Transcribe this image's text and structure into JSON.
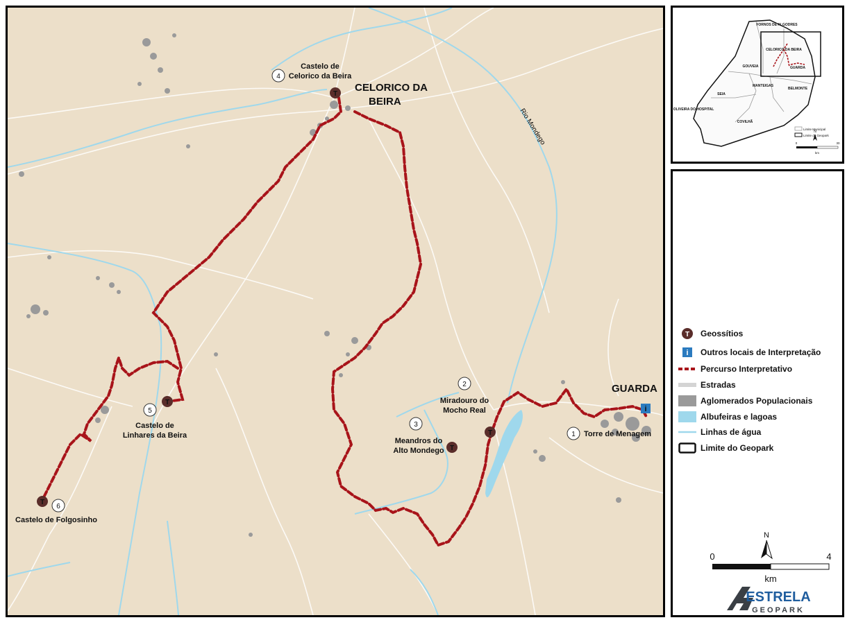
{
  "map": {
    "town_celorico": [
      "CELORICO DA",
      "BEIRA"
    ],
    "town_guarda": "GUARDA",
    "river_label": "Rio Mondego",
    "geosites": [
      {
        "number": "1",
        "name_lines": [
          "Torre de Menagem"
        ]
      },
      {
        "number": "2",
        "name_lines": [
          "Miradouro do",
          "Mocho Real"
        ]
      },
      {
        "number": "3",
        "name_lines": [
          "Meandros do",
          "Alto Mondego"
        ]
      },
      {
        "number": "4",
        "name_lines": [
          "Castelo de",
          "Celorico da Beira"
        ]
      },
      {
        "number": "5",
        "name_lines": [
          "Castelo de",
          "Linhares da Beira"
        ]
      },
      {
        "number": "6",
        "name_lines": [
          "Castelo de Folgosinho"
        ]
      }
    ],
    "geosite_marker_letter": "T",
    "info_marker_letter": "i",
    "colors": {
      "background": "#ecdfc9",
      "route": "#a8141a",
      "water": "#9fd8ec",
      "settlement": "#9a9a9a",
      "road": "#ffffff",
      "geosite": "#5a2d2a",
      "info": "#2b7bbf"
    }
  },
  "inset": {
    "labels": [
      "FORNOS DE ALGODRES",
      "CELORICO DA BEIRA",
      "GOUVEIA",
      "GUARDA",
      "MANTEIGAS",
      "BELMONTE",
      "SEIA",
      "OLIVEIRA DO HOSPITAL",
      "COVILHÃ"
    ],
    "legend": [
      "Limite Municipal",
      "Limite do Geopark"
    ],
    "scale_start": "0",
    "scale_mid": "km",
    "scale_end": "30",
    "north": "N"
  },
  "legend": {
    "items": [
      {
        "label": "Geossítios",
        "icon": "geosite-icon"
      },
      {
        "label": "Outros locais de Interpretação",
        "icon": "info-icon"
      },
      {
        "label": "Percurso Interpretativo",
        "icon": "route-icon"
      },
      {
        "label": "Estradas",
        "icon": "road-icon"
      },
      {
        "label": "Aglomerados Populacionais",
        "icon": "settlement-icon"
      },
      {
        "label": "Albufeiras e lagoas",
        "icon": "reservoir-icon"
      },
      {
        "label": "Linhas de água",
        "icon": "stream-icon"
      },
      {
        "label": "Limite do Geopark",
        "icon": "boundary-icon"
      }
    ],
    "north": "N",
    "scale_start": "0",
    "scale_end": "4",
    "scale_unit": "km",
    "logo_word1": "ESTRELA",
    "logo_word2": "GEOPARK"
  }
}
